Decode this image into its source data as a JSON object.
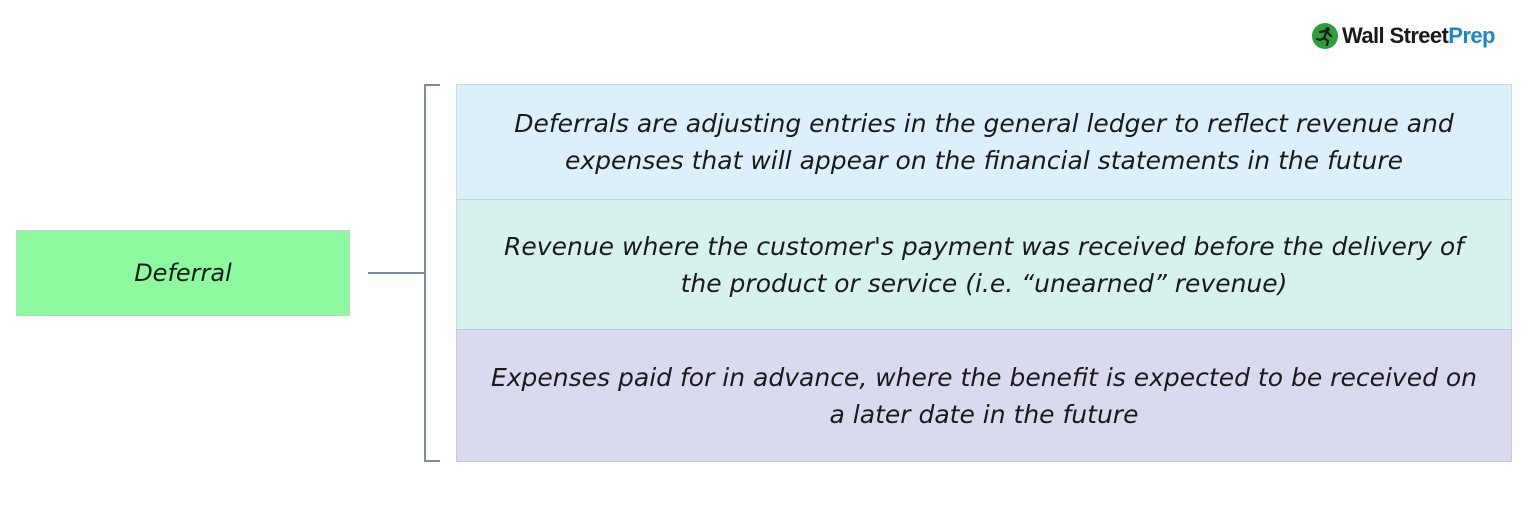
{
  "logo": {
    "word1": "Wall Street",
    "word2": "Prep",
    "icon": "runner-icon",
    "colors": {
      "mark": "#2e9e3b",
      "word1": "#1a1a1a",
      "word2": "#1e86c8"
    }
  },
  "root": {
    "label": "Deferral",
    "color": "#8dfa9d"
  },
  "panels": [
    {
      "text": "Deferrals are adjusting entries in the general ledger to reflect revenue and expenses that will appear on the financial statements in the future",
      "color": "#dcf0fb"
    },
    {
      "text": "Revenue where the customer's payment was received before the delivery of the product or service (i.e. “unearned” revenue)",
      "color": "#d6f2ef"
    },
    {
      "text": "Expenses paid for in advance, where the benefit is expected to be received on a later date in the future",
      "color": "#d9d9f0"
    }
  ],
  "connector_color": "#7d8da1"
}
